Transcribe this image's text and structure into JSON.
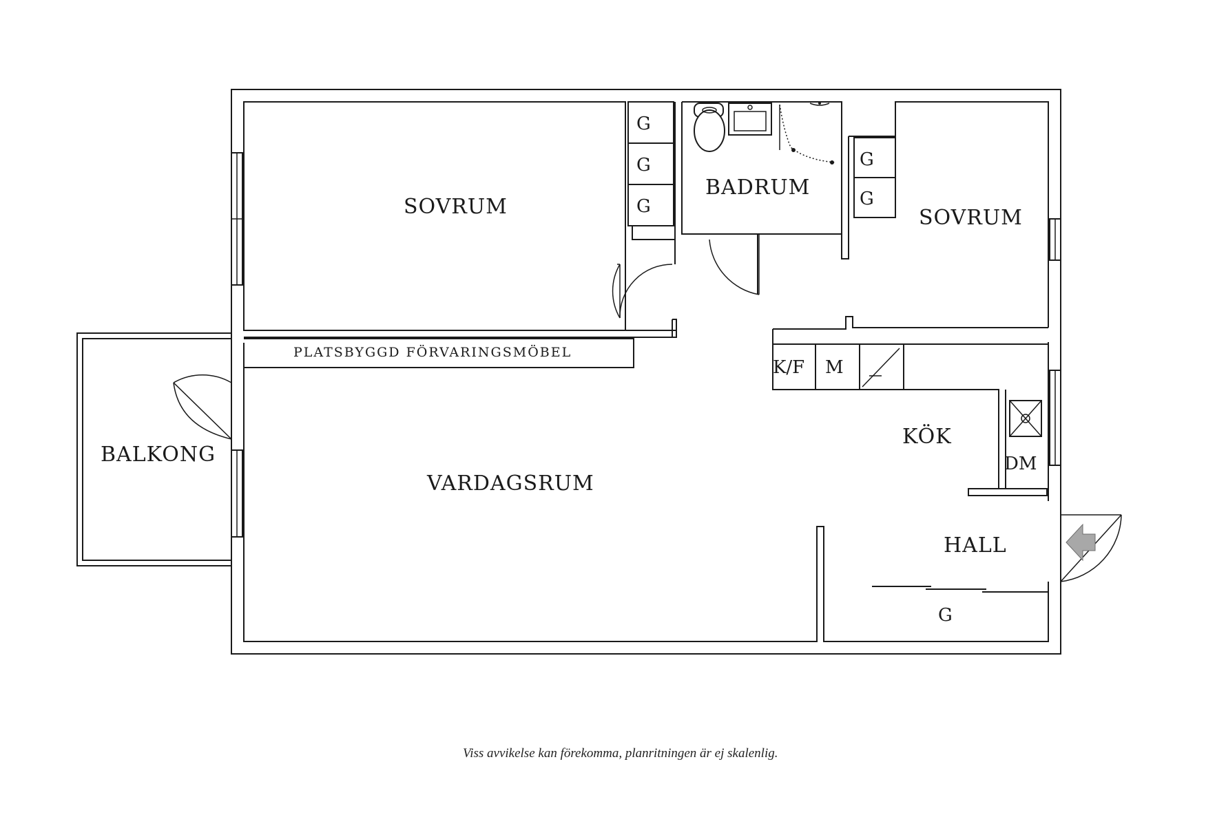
{
  "rooms": {
    "sovrum_left": "SOVRUM",
    "badrum": "BADRUM",
    "sovrum_right": "SOVRUM",
    "platsbyggd": "PLATSBYGGD FÖRVARINGSMÖBEL",
    "balkong": "BALKONG",
    "vardagsrum": "VARDAGSRUM",
    "kok": "KÖK",
    "hall": "HALL"
  },
  "fixtures": {
    "garderob": "G",
    "kyl_frys": "K/F",
    "mikro": "M",
    "diskmaskin": "DM"
  },
  "footer": {
    "disclaimer": "Viss avvikelse kan förekomma, planritningen är ej skalenlig."
  },
  "colors": {
    "line": "#1a1a1a",
    "entrance_arrow": "#a8a8a8"
  }
}
